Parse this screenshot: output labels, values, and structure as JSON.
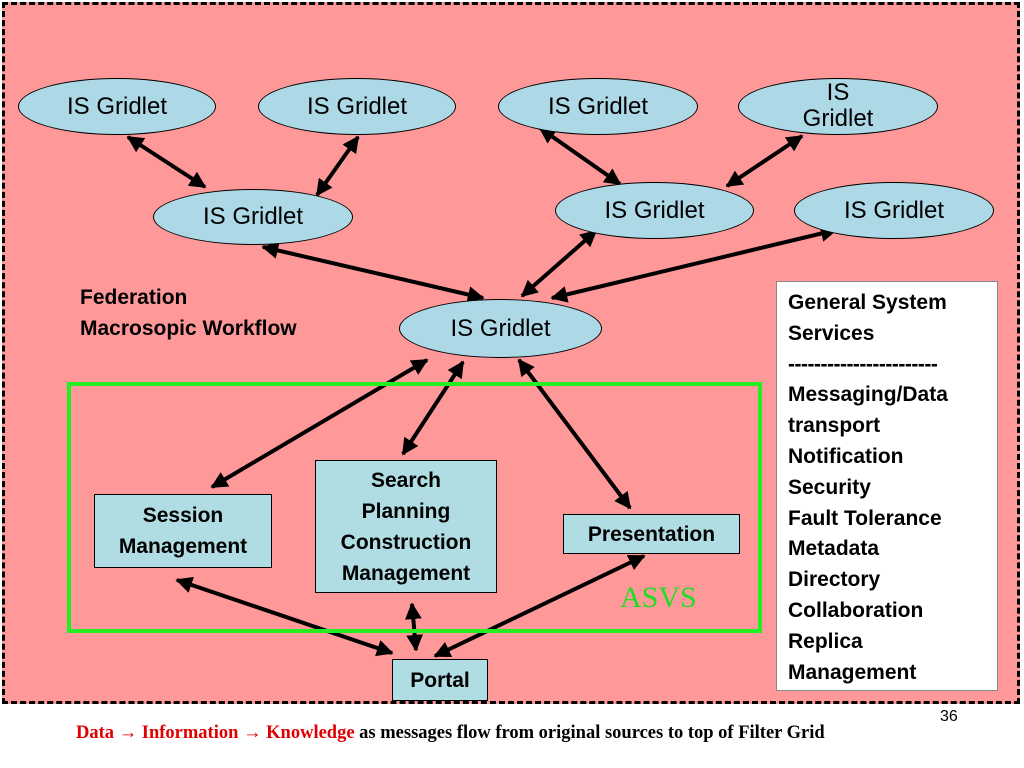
{
  "nodes": {
    "gridlet_top_1": "IS Gridlet",
    "gridlet_top_2": "IS Gridlet",
    "gridlet_top_3": "IS Gridlet",
    "gridlet_top_4_line1": "IS",
    "gridlet_top_4_line2": "Gridlet",
    "gridlet_mid_left": "IS Gridlet",
    "gridlet_mid_center": "IS Gridlet",
    "gridlet_mid_right": "IS Gridlet",
    "gridlet_central": "IS Gridlet",
    "session_management": [
      "Session",
      "Management"
    ],
    "search_box": [
      "Search",
      "Planning",
      "Construction",
      "Management"
    ],
    "presentation": "Presentation",
    "portal": "Portal"
  },
  "federation_label": [
    "Federation",
    "Macrosopic Workflow"
  ],
  "asvs_label": "ASVS",
  "services_box": [
    "General System",
    "Services",
    "-----------------------",
    "Messaging/Data",
    "transport",
    "Notification",
    "Security",
    "Fault Tolerance",
    "Metadata",
    "Directory",
    "Collaboration",
    "Replica",
    "Management"
  ],
  "page_number": "36",
  "footer": {
    "data": "Data",
    "information": "Information",
    "knowledge": "Knowledge",
    "rest": "as messages flow from original sources to top of Filter Grid",
    "arrow": "→"
  },
  "colors": {
    "background": "#ff9999",
    "node_fill": "#add8e6",
    "asvs_green": "#22ee22",
    "footer_red": "#e00000"
  }
}
